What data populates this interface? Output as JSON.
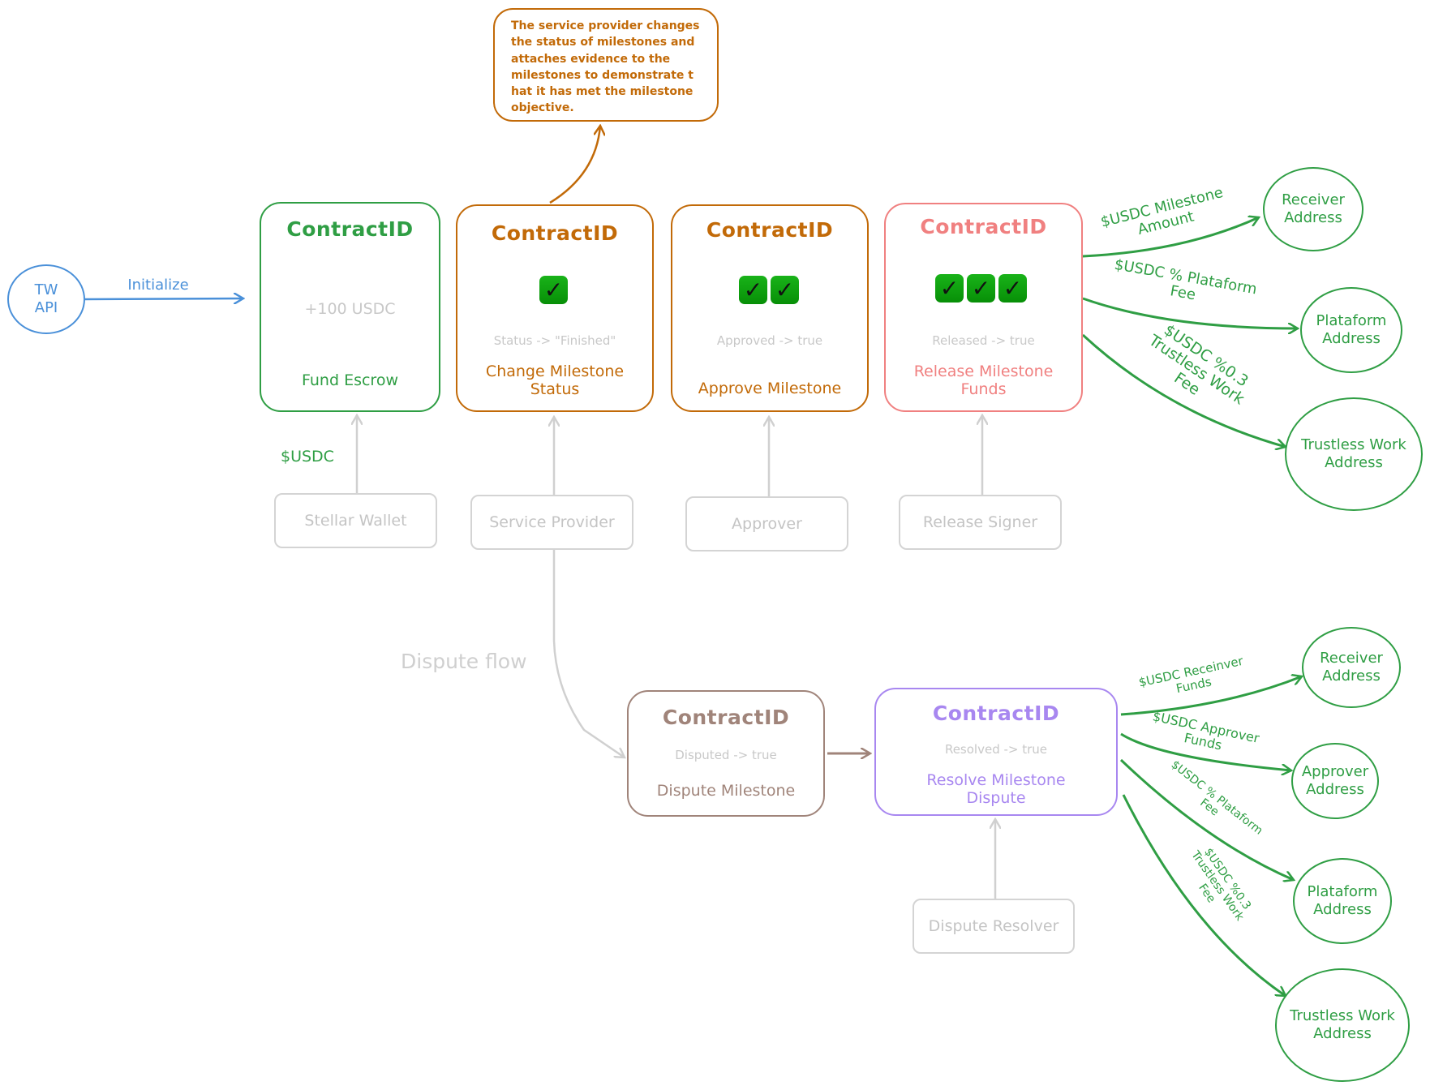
{
  "colors": {
    "blue": "#4a90d9",
    "green": "#2f9e44",
    "orange": "#c26a08",
    "red": "#f08080",
    "brown": "#a0847a",
    "purple": "#a887f0",
    "gray": "#c8c8c8",
    "check_green": "#0c9d0c"
  },
  "note": {
    "text": "The service provider changes\nthe status of milestones and\nattaches evidence to the\nmilestones to demonstrate t\nhat it has met the milestone\nobjective."
  },
  "api_node": {
    "label": "TW\nAPI"
  },
  "initialize_edge": {
    "label": "Initialize"
  },
  "usdc_edge": {
    "label": "$USDC"
  },
  "main_flow": [
    {
      "title": "ContractID",
      "checks": 0,
      "state": "+100 USDC",
      "action": "Fund Escrow",
      "actor": "Stellar Wallet"
    },
    {
      "title": "ContractID",
      "checks": 1,
      "state": "Status -> \"Finished\"",
      "action": "Change Milestone\nStatus",
      "actor": "Service Provider"
    },
    {
      "title": "ContractID",
      "checks": 2,
      "state": "Approved -> true",
      "action": "Approve Milestone",
      "actor": "Approver"
    },
    {
      "title": "ContractID",
      "checks": 3,
      "state": "Released -> true",
      "action": "Release Milestone\nFunds",
      "actor": "Release Signer"
    }
  ],
  "check_glyph": "✓",
  "release_outputs": [
    {
      "edge_label": "$USDC Milestone\nAmount",
      "target": "Receiver\nAddress"
    },
    {
      "edge_label": "$USDC % Plataform\nFee",
      "target": "Plataform\nAddress"
    },
    {
      "edge_label": "$USDC %0.3\nTrustless Work\nFee",
      "target": "Trustless Work\nAddress"
    }
  ],
  "dispute_flow_label": "Dispute flow",
  "dispute_flow": [
    {
      "title": "ContractID",
      "state": "Disputed -> true",
      "action": "Dispute Milestone"
    },
    {
      "title": "ContractID",
      "state": "Resolved -> true",
      "action": "Resolve Milestone\nDispute",
      "actor": "Dispute Resolver"
    }
  ],
  "resolve_outputs": [
    {
      "edge_label": "$USDC Receinver\nFunds",
      "target": "Receiver\nAddress"
    },
    {
      "edge_label": "$USDC Approver\nFunds",
      "target": "Approver\nAddress"
    },
    {
      "edge_label": "$USDC % Plataform\nFee",
      "target": "Plataform\nAddress"
    },
    {
      "edge_label": "$USDC %0.3\nTrustless Work\nFee",
      "target": "Trustless Work\nAddress"
    }
  ]
}
